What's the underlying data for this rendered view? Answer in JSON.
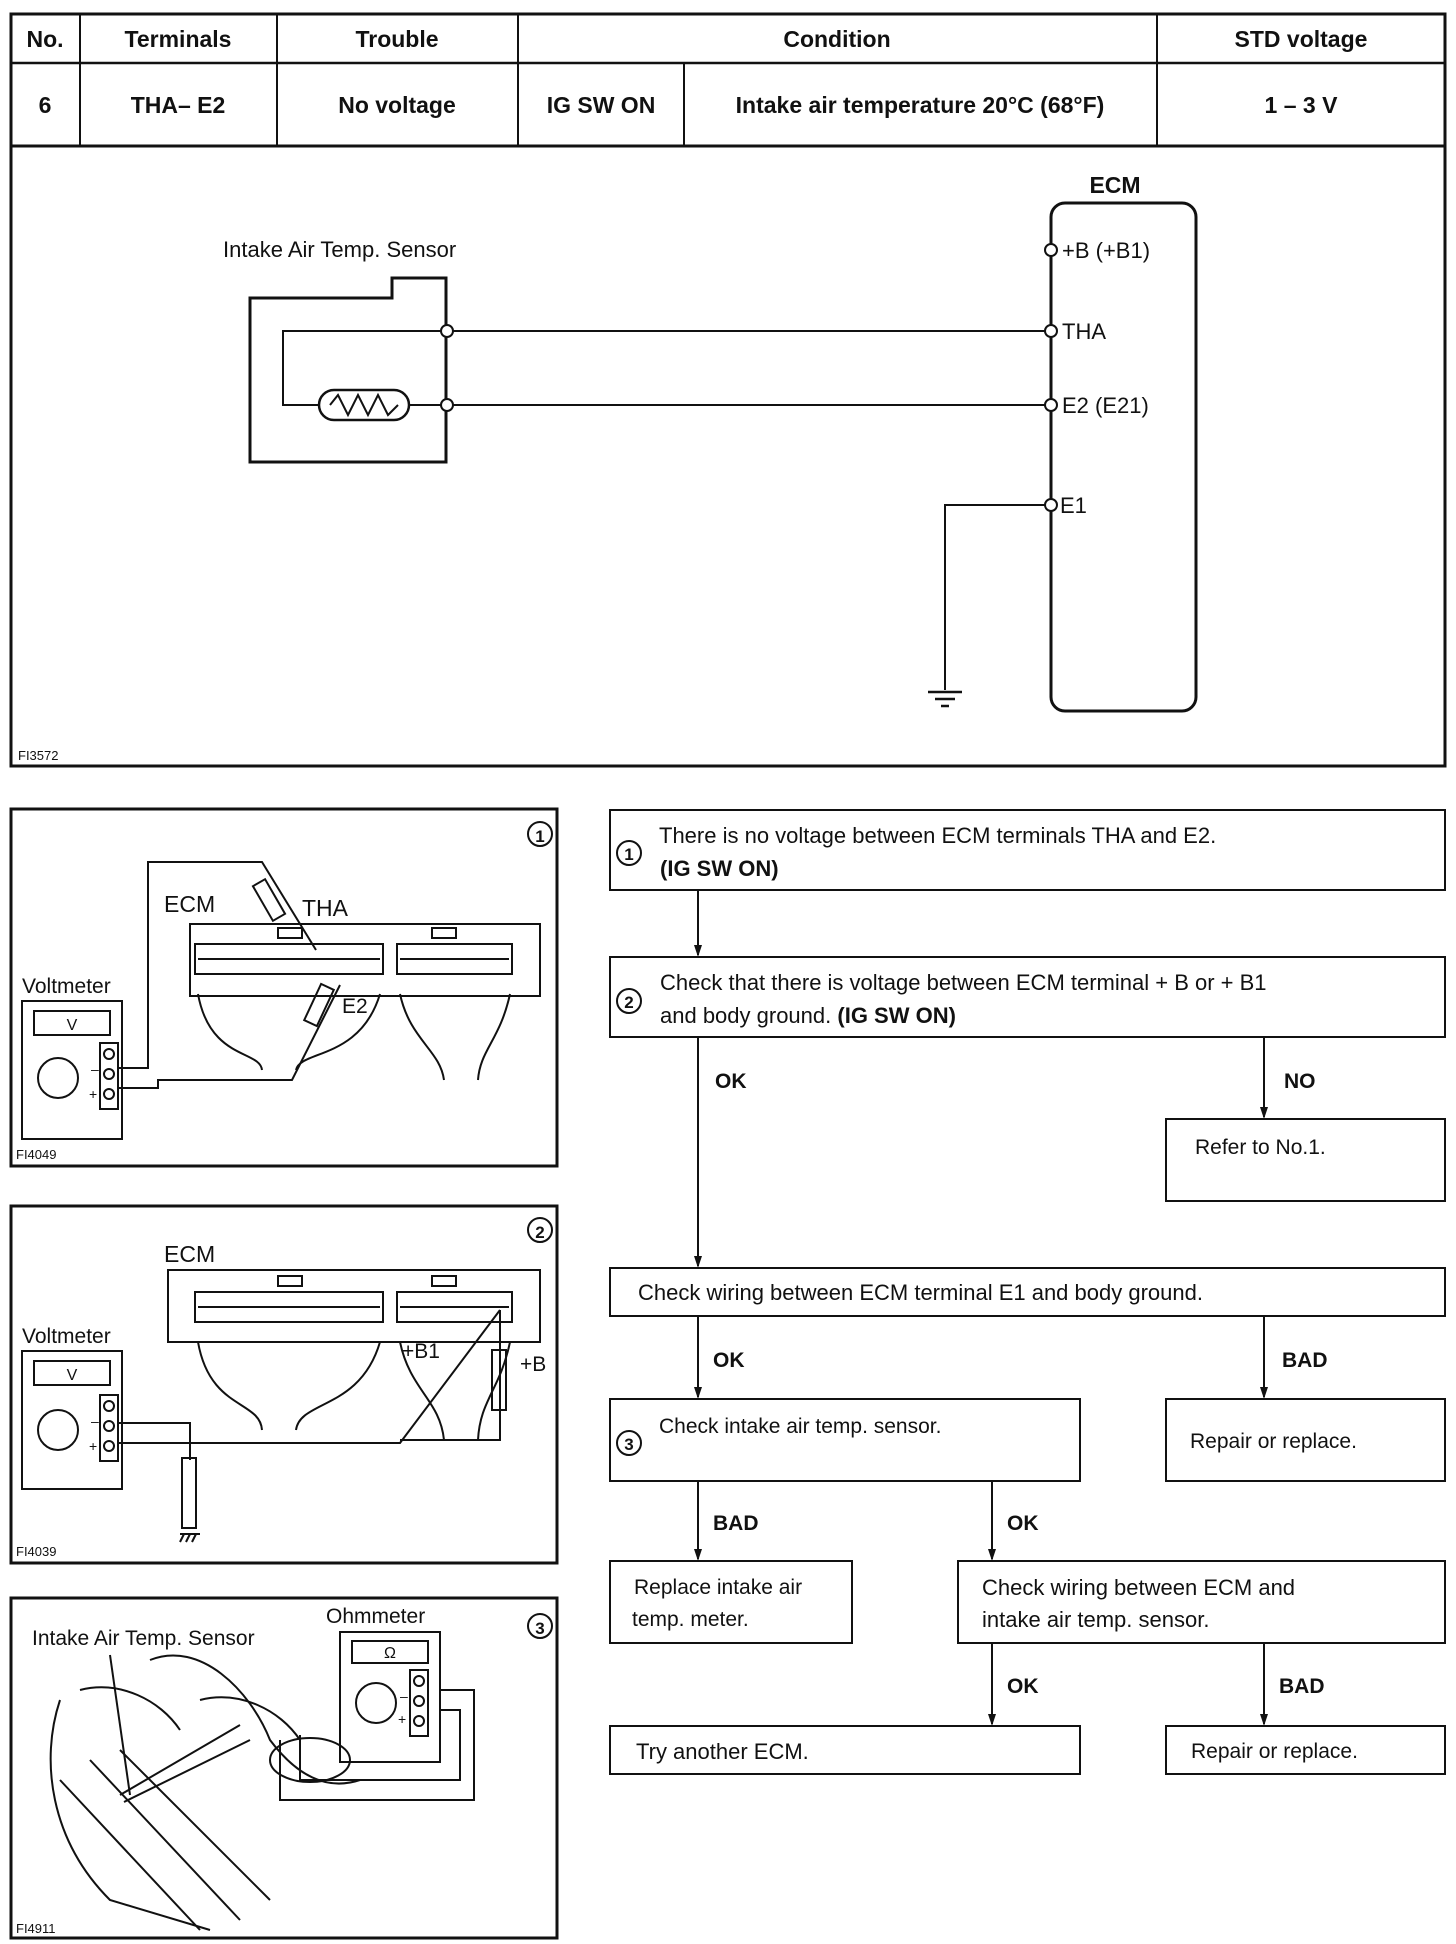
{
  "table": {
    "headers": [
      "No.",
      "Terminals",
      "Trouble",
      "Condition",
      "STD voltage"
    ],
    "row": {
      "no": "6",
      "terminals": "THA– E2",
      "trouble": "No voltage",
      "condition_1": "IG SW ON",
      "condition_2": "Intake air temperature 20°C (68°F)",
      "std_voltage": "1 – 3 V"
    }
  },
  "wiring_diagram": {
    "ecm_label": "ECM",
    "sensor_label": "Intake Air Temp. Sensor",
    "terminals": [
      "+B (+B1)",
      "THA",
      "E2 (E21)",
      "E1"
    ],
    "figure_code": "FI3572"
  },
  "illustrations": [
    {
      "number": "①",
      "code": "FI4049",
      "labels": [
        "ECM",
        "THA",
        "E2",
        "Voltmeter",
        "V",
        "–",
        "+"
      ]
    },
    {
      "number": "②",
      "code": "FI4039",
      "labels": [
        "ECM",
        "+B1",
        "+B",
        "Voltmeter",
        "V",
        "–",
        "+"
      ]
    },
    {
      "number": "③",
      "code": "FI4911",
      "labels": [
        "Intake Air Temp. Sensor",
        "Ohmmeter",
        "Ω",
        "–",
        "+"
      ]
    }
  ],
  "flowchart": {
    "step1": {
      "num": "①",
      "line1": "There is no voltage between ECM terminals THA and E2.",
      "line2": "(IG SW ON)"
    },
    "step2": {
      "num": "②",
      "line1": "Check that there is voltage  between ECM terminal + B or + B1",
      "line2": "and body ground.",
      "line2_bold": "(IG SW ON)"
    },
    "ok": "OK",
    "no": "NO",
    "bad": "BAD",
    "refer": "Refer to No.1.",
    "check_e1": "Check wiring between ECM terminal E1 and body ground.",
    "repair_1": "Repair or replace.",
    "step3": {
      "num": "③",
      "text": "Check intake air temp. sensor."
    },
    "replace_line1": "Replace intake air",
    "replace_line2": "temp. meter.",
    "check_wiring_line1": "Check wiring between ECM and",
    "check_wiring_line2": "intake air temp. sensor.",
    "try_ecm": "Try another ECM.",
    "repair_2": "Repair or replace."
  }
}
